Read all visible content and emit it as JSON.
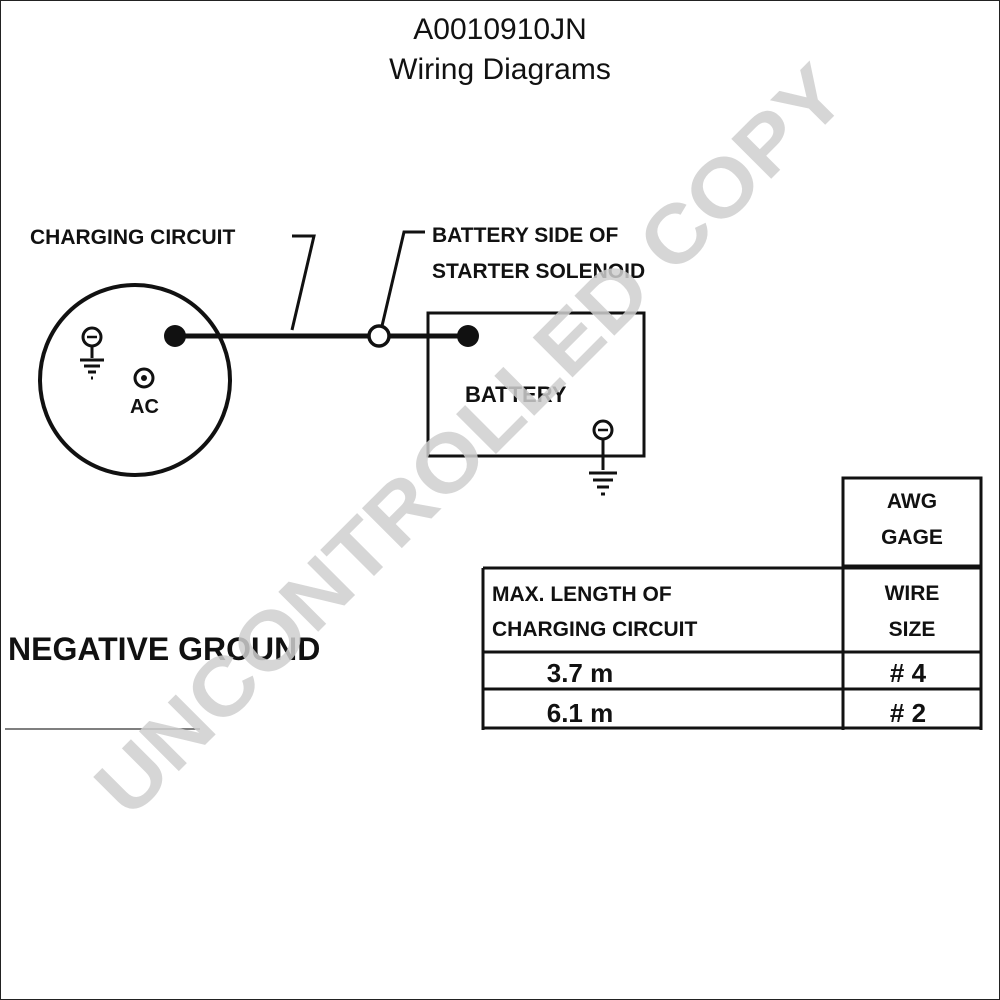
{
  "header": {
    "code": "A0010910JN",
    "title": "Wiring Diagrams"
  },
  "diagram": {
    "charging_circuit_label": "CHARGING CIRCUIT",
    "battery_side_line1": "BATTERY SIDE OF",
    "battery_side_line2": "STARTER SOLENOID",
    "battery_label": "BATTERY",
    "ac_label": "AC",
    "negative_ground_label": "NEGATIVE GROUND"
  },
  "wire_table": {
    "col1_header_line1": "MAX. LENGTH OF",
    "col1_header_line2": "CHARGING CIRCUIT",
    "col2_top_line1": "AWG",
    "col2_top_line2": "GAGE",
    "col2_header_line1": "WIRE",
    "col2_header_line2": "SIZE",
    "rows": [
      {
        "length": "3.7 m",
        "size": "# 4"
      },
      {
        "length": "6.1 m",
        "size": "# 2"
      }
    ]
  },
  "watermark": "UNCONTROLLED COPY"
}
